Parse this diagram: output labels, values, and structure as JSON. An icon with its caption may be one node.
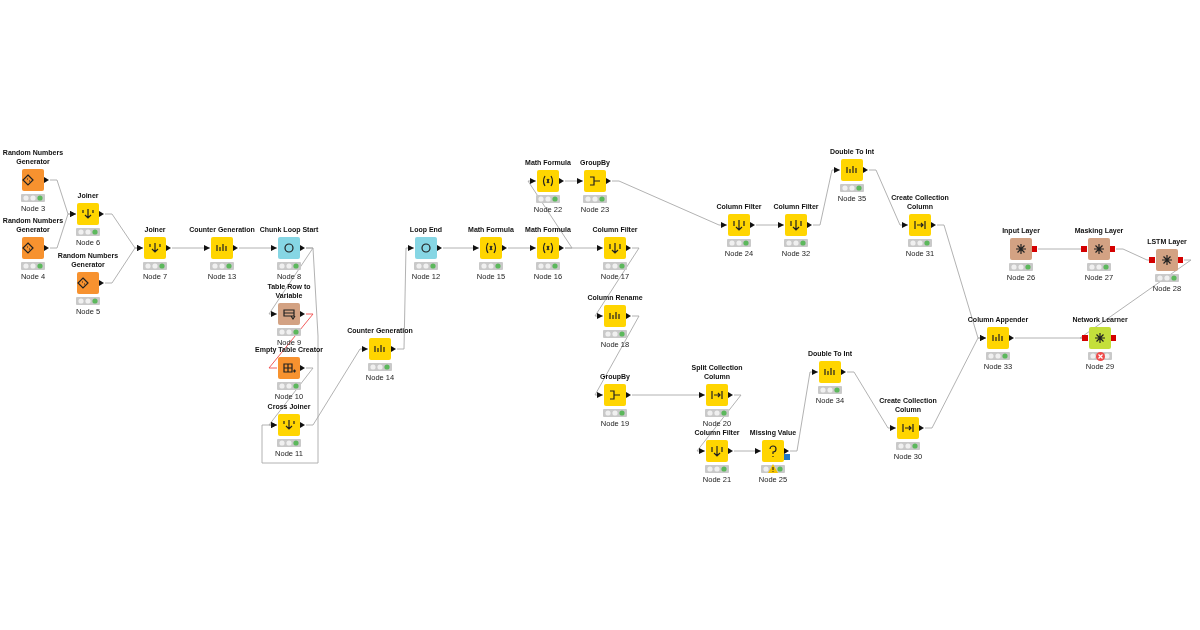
{
  "diagram": {
    "nodes": [
      {
        "text": [
          "Random Numbers Generator"
        ],
        "beside": [
          "Node 3"
        ]
      },
      {
        "text": [
          "Random Numbers Generator"
        ],
        "beside": [
          "Node 4"
        ]
      },
      {
        "text": [
          "Random Numbers Generator"
        ],
        "beside": [
          "Node 5"
        ]
      },
      {
        "text": [
          "Joiner"
        ],
        "beside": [
          "Node 6"
        ]
      },
      {
        "text": [
          "Joiner"
        ],
        "beside": [
          "Node 7"
        ]
      },
      {
        "text": [
          "Chunk Loop Start"
        ],
        "beside": [
          "Node 8"
        ]
      },
      {
        "text": [
          "Table Row to Variable"
        ],
        "beside": [
          "Node 9"
        ]
      },
      {
        "text": [
          "Empty Table Creator"
        ],
        "beside": [
          "Node 10"
        ]
      },
      {
        "text": [
          "Cross Joiner"
        ],
        "beside": [
          "Node 11"
        ]
      },
      {
        "text": [
          "Loop End"
        ],
        "beside": [
          "Node 12"
        ]
      },
      {
        "text": [
          "Counter Generation"
        ],
        "beside": [
          "Node 13"
        ]
      },
      {
        "text": [
          "Counter Generation"
        ],
        "beside": [
          "Node 14"
        ]
      },
      {
        "text": [
          "Math Formula"
        ],
        "beside": [
          "Node 15"
        ]
      },
      {
        "text": [
          "Math Formula"
        ],
        "beside": [
          "Node 16"
        ]
      },
      {
        "text": [
          "Column Filter"
        ],
        "beside": [
          "Node 17"
        ]
      },
      {
        "text": [
          "Column Rename"
        ],
        "beside": [
          "Node 18"
        ]
      },
      {
        "text": [
          "GroupBy"
        ],
        "beside": [
          "Node 19"
        ]
      },
      {
        "text": [
          "Split Collection Column"
        ],
        "beside": [
          "Node 20"
        ]
      },
      {
        "text": [
          "Column Filter"
        ],
        "beside": [
          "Node 21"
        ]
      },
      {
        "text": [
          "Math Formula"
        ],
        "beside": [
          "Node 22"
        ]
      },
      {
        "text": [
          "GroupBy"
        ],
        "beside": [
          "Node 23"
        ]
      },
      {
        "text": [
          "Column Filter"
        ],
        "beside": [
          "Node 24"
        ]
      },
      {
        "text": [
          "Missing Value"
        ],
        "beside": [
          "Node 25"
        ]
      },
      {
        "text": [
          "Input Layer"
        ],
        "beside": [
          "Node 26"
        ]
      },
      {
        "text": [
          "Masking Layer"
        ],
        "beside": [
          "Node 27"
        ]
      },
      {
        "text": [
          "LSTM Layer"
        ],
        "beside": [
          "Node 28"
        ]
      },
      {
        "text": [
          "Network Learner"
        ],
        "beside": [
          "Node 29"
        ]
      },
      {
        "text": [
          "Create Collection Column"
        ],
        "beside": [
          "Node 30"
        ]
      },
      {
        "text": [
          "Create Collection Column"
        ],
        "beside": [
          "Node 31"
        ]
      },
      {
        "text": [
          "Column Filter"
        ],
        "beside": [
          "Node 32"
        ]
      },
      {
        "text": [
          "Column Appender"
        ],
        "beside": [
          "Node 33"
        ]
      },
      {
        "text": [
          "Double To Int"
        ],
        "beside": [
          "Node 34"
        ]
      },
      {
        "text": [
          "Double To Int"
        ],
        "beside": [
          "Node 35"
        ]
      }
    ],
    "edges": [
      {
        "from": 0,
        "to": 3,
        "arrow": "to"
      },
      {
        "from": 1,
        "to": 3,
        "arrow": "to"
      },
      {
        "from": 3,
        "to": 4,
        "arrow": "to"
      },
      {
        "from": 2,
        "to": 4,
        "arrow": "to"
      },
      {
        "from": 4,
        "to": 10,
        "arrow": "to"
      },
      {
        "from": 10,
        "to": 5,
        "arrow": "to"
      },
      {
        "from": 5,
        "to": 6,
        "arrow": "to"
      },
      {
        "from": 5,
        "to": 8,
        "arrow": "to"
      },
      {
        "from": 6,
        "to": 7,
        "arrow": "none",
        "color": "#f04a4a"
      },
      {
        "from": 7,
        "to": 8,
        "arrow": "to"
      },
      {
        "from": 8,
        "to": 11,
        "arrow": "to"
      },
      {
        "from": 11,
        "to": 9,
        "arrow": "to"
      },
      {
        "from": 9,
        "to": 12,
        "arrow": "to"
      },
      {
        "from": 12,
        "to": 13,
        "arrow": "to"
      },
      {
        "from": 13,
        "to": 19,
        "arrow": "to"
      },
      {
        "from": 13,
        "to": 14,
        "arrow": "to"
      },
      {
        "from": 19,
        "to": 20,
        "arrow": "to"
      },
      {
        "from": 20,
        "to": 21,
        "arrow": "to"
      },
      {
        "from": 21,
        "to": 29,
        "arrow": "to"
      },
      {
        "from": 29,
        "to": 32,
        "arrow": "to"
      },
      {
        "from": 32,
        "to": 28,
        "arrow": "to"
      },
      {
        "from": 28,
        "to": 30,
        "arrow": "to"
      },
      {
        "from": 14,
        "to": 15,
        "arrow": "to"
      },
      {
        "from": 15,
        "to": 16,
        "arrow": "to"
      },
      {
        "from": 16,
        "to": 17,
        "arrow": "to"
      },
      {
        "from": 17,
        "to": 18,
        "arrow": "to"
      },
      {
        "from": 18,
        "to": 22,
        "arrow": "to"
      },
      {
        "from": 22,
        "to": 31,
        "arrow": "to"
      },
      {
        "from": 31,
        "to": 27,
        "arrow": "to"
      },
      {
        "from": 27,
        "to": 30,
        "arrow": "to"
      },
      {
        "from": 30,
        "to": 26,
        "arrow": "to"
      },
      {
        "from": 23,
        "to": 24,
        "arrow": "other"
      },
      {
        "from": 24,
        "to": 25,
        "arrow": "other"
      },
      {
        "from": 25,
        "to": 26,
        "arrow": "other"
      }
    ]
  }
}
